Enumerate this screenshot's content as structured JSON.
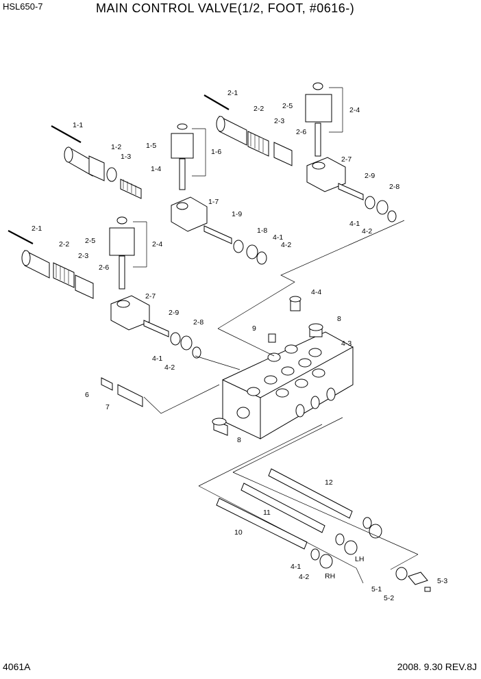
{
  "header": {
    "model": "HSL650-7",
    "title": "MAIN CONTROL VALVE(1/2, FOOT, #0616-)"
  },
  "footer": {
    "page_code": "4061A",
    "date_rev": "2008. 9.30  REV.8J"
  },
  "callouts": {
    "c1_1": "1-1",
    "c1_2": "1-2",
    "c1_3": "1-3",
    "c1_4": "1-4",
    "c1_5": "1-5",
    "c1_6": "1-6",
    "c1_7": "1-7",
    "c1_8": "1-8",
    "c1_9": "1-9",
    "a2_1": "2-1",
    "a2_2": "2-2",
    "a2_3": "2-3",
    "a2_4": "2-4",
    "a2_5": "2-5",
    "a2_6": "2-6",
    "a2_7": "2-7",
    "a2_8": "2-8",
    "a2_9": "2-9",
    "a4_1": "4-1",
    "a4_2": "4-2",
    "b2_1": "2-1",
    "b2_2": "2-2",
    "b2_3": "2-3",
    "b2_4": "2-4",
    "b2_5": "2-5",
    "b2_6": "2-6",
    "b2_7": "2-7",
    "b2_8": "2-8",
    "b2_9": "2-9",
    "b4_1": "4-1",
    "b4_2": "4-2",
    "c4_1": "4-1",
    "c4_2": "4-2",
    "c4_3": "4-3",
    "c4_4": "4-4",
    "d4_1": "4-1",
    "d4_2": "4-2",
    "p6": "6",
    "p7": "7",
    "p8a": "8",
    "p8b": "8",
    "p9": "9",
    "p10": "10",
    "p11": "11",
    "p12": "12",
    "c5_1": "5-1",
    "c5_2": "5-2",
    "c5_3": "5-3",
    "lh": "LH",
    "rh": "RH"
  }
}
